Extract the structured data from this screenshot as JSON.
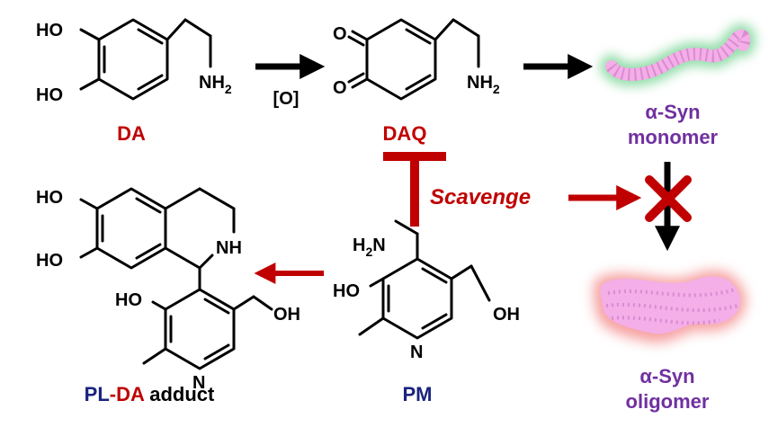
{
  "colors": {
    "red": "#c00000",
    "purple": "#7030a0",
    "navy": "#1a237e",
    "black": "#000000",
    "protein_pink": "#f4aee8",
    "monomer_glow": "#7fd79a",
    "oligomer_glow": "#f48a8a"
  },
  "molecules": {
    "da": {
      "ho_top": "HO",
      "ho_bottom": "HO",
      "amine": "NH",
      "amine_sub": "2",
      "label": "DA"
    },
    "daq": {
      "o_top": "O",
      "o_bottom": "O",
      "amine": "NH",
      "amine_sub": "2",
      "label": "DAQ"
    },
    "pm": {
      "amine": "H",
      "amine_sub": "2",
      "amine_n": "N",
      "ho": "HO",
      "oh": "OH",
      "ring_n": "N",
      "label": "PM"
    },
    "adduct": {
      "ho_top": "HO",
      "ho_bottom": "HO",
      "nh": "NH",
      "ho": "HO",
      "oh": "OH",
      "ring_n": "N",
      "label_part1": "PL",
      "label_dash": "-",
      "label_part2": "DA",
      "label_part3": " adduct"
    }
  },
  "reactions": {
    "oxidation_label": "[O]",
    "scavenge_label": "Scavenge"
  },
  "proteins": {
    "monomer_line1": "α-Syn",
    "monomer_line2": "monomer",
    "oligomer_line1": "α-Syn",
    "oligomer_line2": "oligomer"
  }
}
